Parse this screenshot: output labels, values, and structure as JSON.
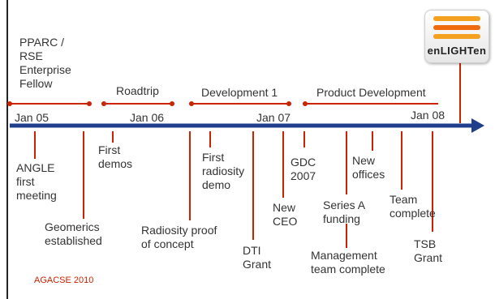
{
  "colors": {
    "axis": "#1f3e8c",
    "marker": "#cc2200",
    "text": "#333333"
  },
  "logo": {
    "name": "enlighten-logo",
    "text": "enLIGHTen"
  },
  "footer": "AGACSE 2010",
  "axis_dates": [
    "Jan 05",
    "Jan 06",
    "Jan 07",
    "Jan 08"
  ],
  "periods": [
    "PPARC /\nRSE\nEnterprise\nFellow",
    "Roadtrip",
    "Development 1",
    "Product Development"
  ],
  "events": [
    "ANGLE\nfirst\nmeeting",
    "Geomerics\nestablished",
    "First\ndemos",
    "Radiosity proof\nof concept",
    "First\nradiosity\ndemo",
    "DTI\nGrant",
    "New\nCEO",
    "GDC\n2007",
    "Series A\nfunding",
    "Management\nteam complete",
    "New\noffices",
    "Team\ncomplete",
    "TSB\nGrant"
  ]
}
